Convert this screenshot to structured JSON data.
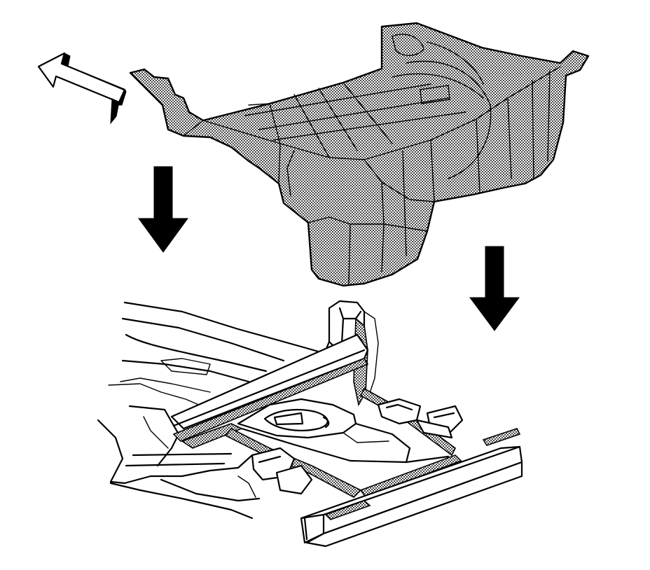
{
  "diagram": {
    "colors": {
      "line": "#000000",
      "background": "#ffffff",
      "stipple": "#000000"
    },
    "icons": [
      "rear-floor-pan-panel",
      "rear-frame-rails",
      "forward-direction-arrow",
      "install-arrow"
    ]
  }
}
